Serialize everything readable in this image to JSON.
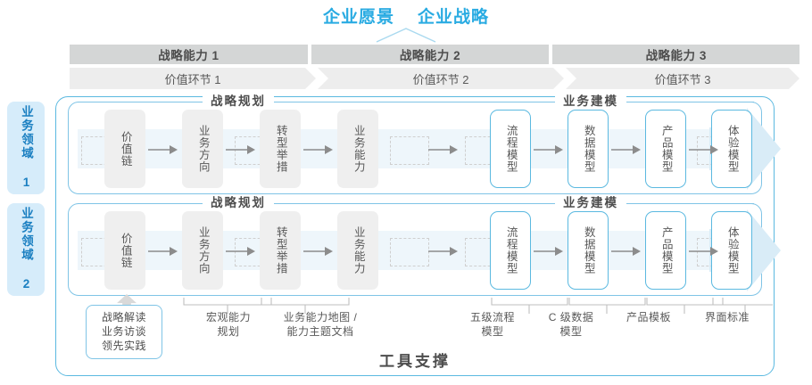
{
  "header": {
    "titles": [
      "企业愿景",
      "企业战略"
    ],
    "accent_color": "#29abe2"
  },
  "capability_band": {
    "segments": [
      {
        "capability": "战略能力 1",
        "value_link": "价值环节 1"
      },
      {
        "capability": "战略能力 2",
        "value_link": "价值环节 2"
      },
      {
        "capability": "战略能力 3",
        "value_link": "价值环节 3"
      }
    ],
    "capability_bg": "#d4d6d6",
    "value_link_bg": "#ededed"
  },
  "domains": [
    {
      "label": "业务领域 1"
    },
    {
      "label": "业务领域 2"
    }
  ],
  "sections": {
    "left_title": "战略规划",
    "right_title": "业务建模"
  },
  "nodes": {
    "left": [
      "价值链",
      "业务方向",
      "转型举措",
      "业务能力"
    ],
    "right": [
      "流程模型",
      "数据模型",
      "产品模型",
      "体验模型"
    ]
  },
  "notes": [
    {
      "lines": [
        "战略解读",
        "业务访谈",
        "领先实践"
      ],
      "boxed": true
    },
    {
      "lines": [
        "宏观能力",
        "规划"
      ],
      "boxed": false
    },
    {
      "lines": [
        "业务能力地图 /",
        "能力主题文档"
      ],
      "boxed": false
    },
    {
      "lines": [
        "五级流程",
        "模型"
      ],
      "boxed": false
    },
    {
      "lines": [
        "C 级数据",
        "模型"
      ],
      "boxed": false
    },
    {
      "lines": [
        "产品模板"
      ],
      "boxed": false
    },
    {
      "lines": [
        "界面标准"
      ],
      "boxed": false
    }
  ],
  "footer": {
    "label": "工具支撑"
  },
  "colors": {
    "blue_border": "#5bb9e0",
    "domain_bg": "#d6ecfa",
    "band_bg": "#eef6fb",
    "arrow_fill": "#d9ecf7",
    "node_gray": "#efefef"
  }
}
